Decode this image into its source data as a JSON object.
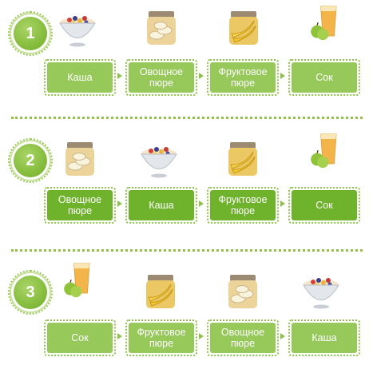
{
  "rows": [
    {
      "number": "1",
      "steps": [
        {
          "label": "Каша",
          "icon": "porridge-bowl-icon"
        },
        {
          "label": "Овощное пюре",
          "icon": "vegetable-puree-jar-icon"
        },
        {
          "label": "Фруктовое пюре",
          "icon": "fruit-puree-jar-icon"
        },
        {
          "label": "Сок",
          "icon": "juice-glass-icon"
        }
      ]
    },
    {
      "number": "2",
      "steps": [
        {
          "label": "Овощное пюре",
          "icon": "vegetable-puree-jar-icon"
        },
        {
          "label": "Каша",
          "icon": "porridge-bowl-icon"
        },
        {
          "label": "Фруктовое пюре",
          "icon": "fruit-puree-jar-icon"
        },
        {
          "label": "Сок",
          "icon": "juice-glass-icon"
        }
      ]
    },
    {
      "number": "3",
      "steps": [
        {
          "label": "Сок",
          "icon": "juice-glass-icon"
        },
        {
          "label": "Фруктовое пюре",
          "icon": "fruit-puree-jar-icon"
        },
        {
          "label": "Овощное пюре",
          "icon": "vegetable-puree-jar-icon"
        },
        {
          "label": "Каша",
          "icon": "porridge-bowl-icon"
        }
      ]
    }
  ],
  "colors": {
    "accent": "#8fc24a",
    "step_fill": "#96c85a",
    "step_fill_dark": "#6fb22c"
  }
}
